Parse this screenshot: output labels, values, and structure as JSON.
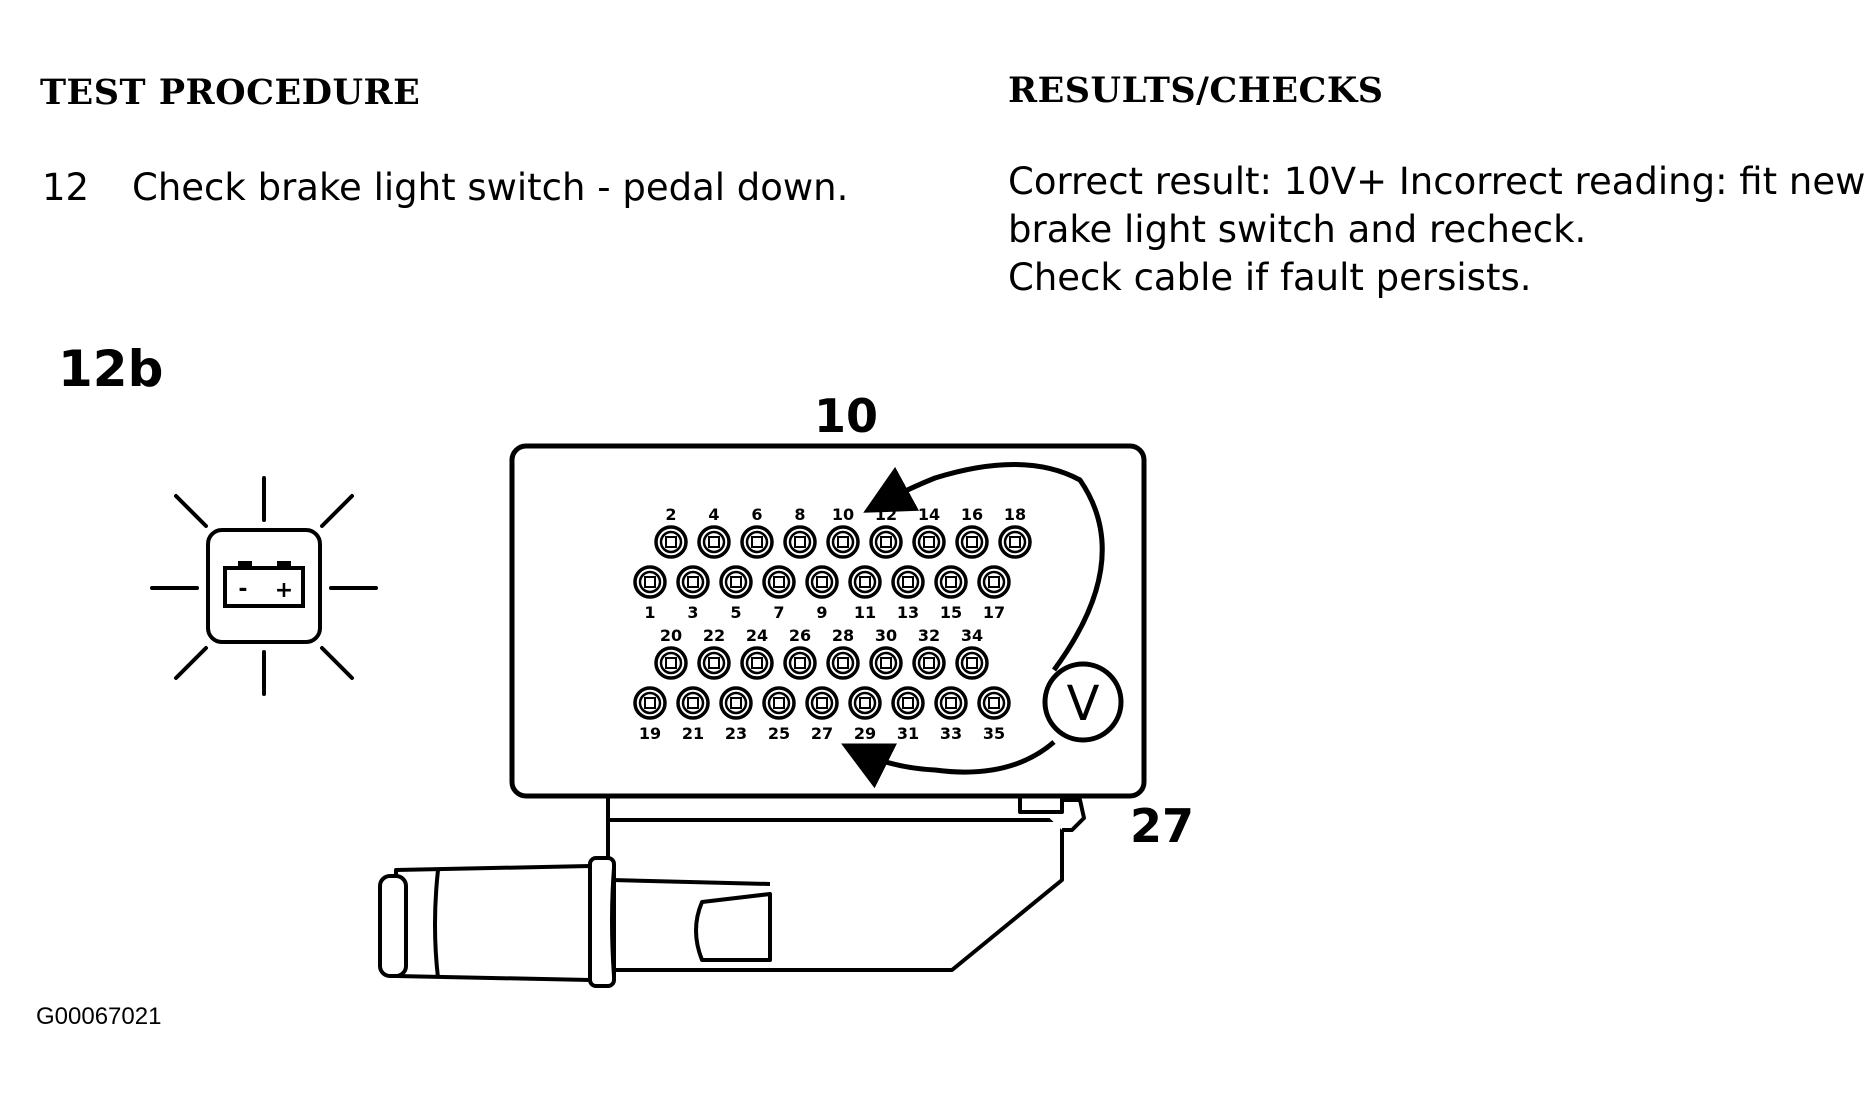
{
  "headers": {
    "test_procedure": "TEST PROCEDURE",
    "results_checks": "RESULTS/CHECKS"
  },
  "step": {
    "number": "12",
    "procedure": "Check brake light switch - pedal down.",
    "result_lines": [
      "Correct result: 10V+  Incorrect reading: fit new",
      "brake light switch and recheck.",
      "Check cable if fault persists."
    ]
  },
  "figure": {
    "id": "12b",
    "callout_top": "10",
    "callout_side": "27",
    "meter_symbol": "V",
    "battery_minus": "-",
    "battery_plus": "+",
    "pin_rows": [
      [
        "2",
        "4",
        "6",
        "8",
        "10",
        "12",
        "14",
        "16",
        "18"
      ],
      [
        "1",
        "3",
        "5",
        "7",
        "9",
        "11",
        "13",
        "15",
        "17"
      ],
      [
        "20",
        "22",
        "24",
        "26",
        "28",
        "30",
        "32",
        "34"
      ],
      [
        "19",
        "21",
        "23",
        "25",
        "27",
        "29",
        "31",
        "33",
        "35"
      ]
    ]
  },
  "image_code": "G00067021"
}
